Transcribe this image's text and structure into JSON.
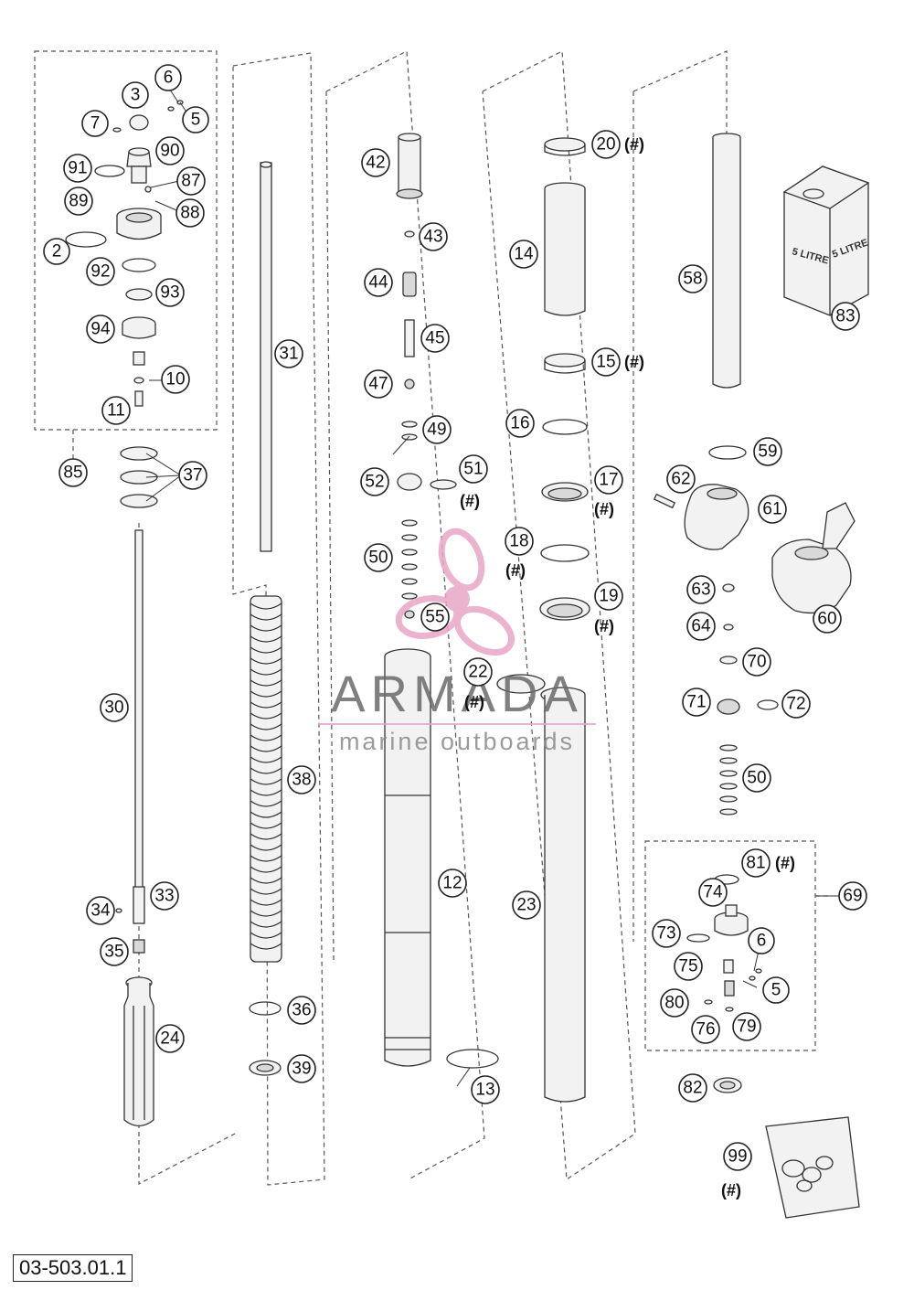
{
  "document_code": "03-503.01.1",
  "watermark": {
    "title": "ARMADA",
    "subtitle": "marine outboards",
    "accent": "#e8a6c6"
  },
  "oil_can": {
    "text1": "5 LITRE",
    "text2": "5 LITRE"
  },
  "colors": {
    "line": "#333333",
    "dash": "#555555"
  },
  "callouts": {
    "c2": "2",
    "c3": "3",
    "c5a": "5",
    "c5b": "5",
    "c6a": "6",
    "c6b": "6",
    "c7": "7",
    "c10": "10",
    "c11": "11",
    "c12": "12",
    "c13": "13",
    "c14": "14",
    "c15": "15",
    "c16": "16",
    "c17": "17",
    "c18": "18",
    "c19": "19",
    "c20": "20",
    "c22": "22",
    "c23": "23",
    "c24": "24",
    "c30": "30",
    "c31": "31",
    "c33": "33",
    "c34": "34",
    "c35": "35",
    "c36": "36",
    "c37": "37",
    "c38": "38",
    "c39": "39",
    "c42": "42",
    "c43": "43",
    "c44": "44",
    "c45": "45",
    "c47": "47",
    "c49": "49",
    "c50a": "50",
    "c50b": "50",
    "c51": "51",
    "c52": "52",
    "c55": "55",
    "c58": "58",
    "c59": "59",
    "c60": "60",
    "c61": "61",
    "c62": "62",
    "c63": "63",
    "c64": "64",
    "c69": "69",
    "c70": "70",
    "c71": "71",
    "c72": "72",
    "c73": "73",
    "c74": "74",
    "c75": "75",
    "c76": "76",
    "c79": "79",
    "c80": "80",
    "c81": "81",
    "c82": "82",
    "c83": "83",
    "c85": "85",
    "c87": "87",
    "c88": "88",
    "c89": "89",
    "c90": "90",
    "c91": "91",
    "c92": "92",
    "c93": "93",
    "c94": "94",
    "c99": "99"
  },
  "hash": {
    "h15": "(#)",
    "h17": "(#)",
    "h18": "(#)",
    "h19": "(#)",
    "h20": "(#)",
    "h22": "(#)",
    "h51": "(#)",
    "h81": "(#)",
    "h99": "(#)"
  }
}
